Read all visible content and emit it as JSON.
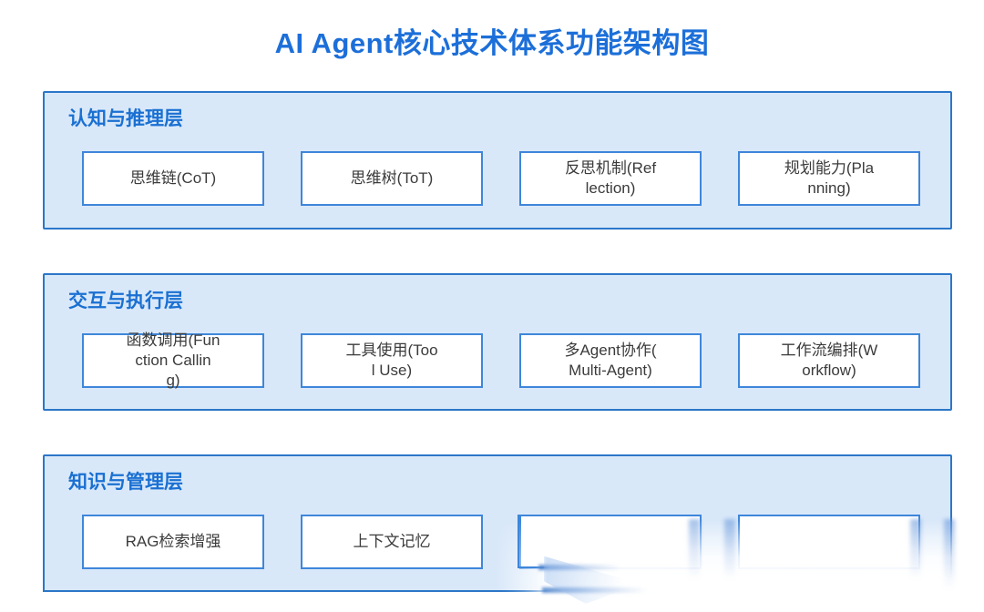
{
  "page": {
    "title": "AI Agent核心技术体系功能架构图"
  },
  "colors": {
    "title_blue": "#1c6fd9",
    "section_title": "#1a70d2",
    "section_border": "#2b76c8",
    "section_bg": "#d9e8f9",
    "box_border": "#3e86da",
    "box_text": "#3b3b3b"
  },
  "sections": [
    {
      "title": "认知与推理层",
      "boxes": [
        {
          "label": "思维链(CoT)"
        },
        {
          "label": "思维树(ToT)"
        },
        {
          "label": "反思机制(Ref\nlection)"
        },
        {
          "label": "规划能力(Pla\nnning)"
        }
      ]
    },
    {
      "title": "交互与执行层",
      "boxes": [
        {
          "label": "函数调用(Fun\nction Callin\ng)"
        },
        {
          "label": "工具使用(Too\nl Use)"
        },
        {
          "label": "多Agent协作(\nMulti-Agent)"
        },
        {
          "label": "工作流编排(W\norkflow)"
        }
      ]
    },
    {
      "title": "知识与管理层",
      "boxes": [
        {
          "label": "RAG检索增强"
        },
        {
          "label": "上下文记忆"
        },
        {
          "label": ""
        },
        {
          "label": ""
        }
      ]
    }
  ]
}
